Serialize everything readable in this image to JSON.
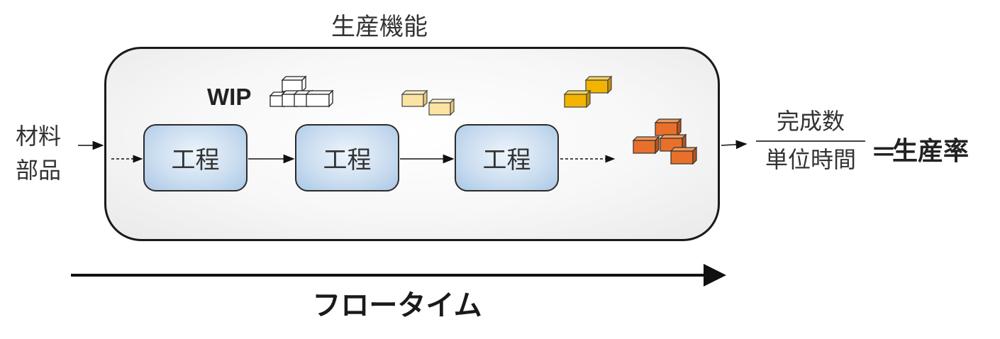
{
  "title": "生産機能",
  "wip_label": "WIP",
  "input_label": [
    "材料",
    "部品"
  ],
  "processes": [
    {
      "label": "工程"
    },
    {
      "label": "工程"
    },
    {
      "label": "工程"
    }
  ],
  "output_formula": {
    "numerator": "完成数",
    "denominator": "単位時間",
    "equals": "＝",
    "result": "生産率"
  },
  "flow_time_label": "フロータイム",
  "colors": {
    "wip_boxes": "#ffffff",
    "light_yellow_boxes": "#fbe3a3",
    "gold_boxes": "#f2b400",
    "orange_boxes": "#e8702a",
    "process_fill": "#c9dcef",
    "panel_fill": "#f4f4f4"
  }
}
